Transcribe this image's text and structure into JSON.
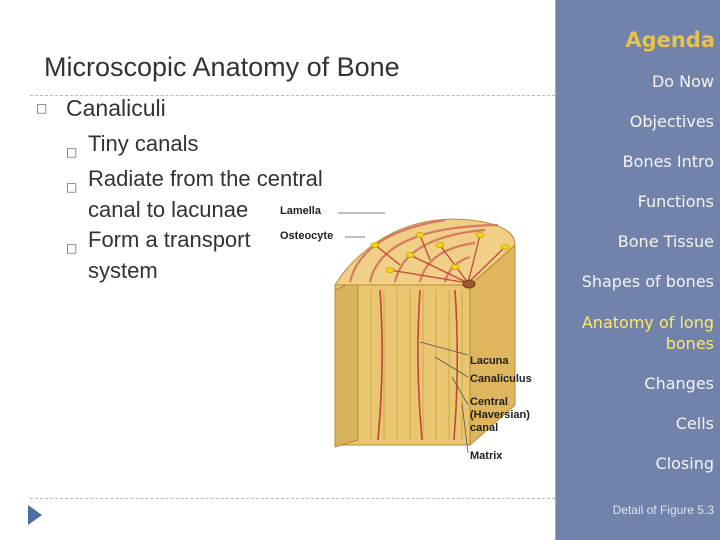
{
  "slide": {
    "title": "Microscopic Anatomy of Bone",
    "main_bullet": "Canaliculi",
    "sub_bullets": [
      {
        "lines": [
          "Tiny canals"
        ]
      },
      {
        "lines": [
          "Radiate from the central",
          "canal to lacunae"
        ]
      },
      {
        "lines": [
          "Form a transport",
          "system"
        ]
      }
    ]
  },
  "figure": {
    "labels": {
      "lamella": "Lamella",
      "osteocyte": "Osteocyte",
      "lacuna": "Lacuna",
      "canaliculus": "Canaliculus",
      "central": [
        "Central",
        "(Haversian)",
        "canal"
      ],
      "matrix": "Matrix"
    },
    "colors": {
      "bone": "#e9c670",
      "bone_dark": "#c99a3e",
      "lamella_rings": "#d77a63",
      "osteocyte": "#f5d318"
    }
  },
  "agenda": {
    "heading": "Agenda",
    "items": [
      {
        "label": "Do Now",
        "active": false
      },
      {
        "label": "Objectives",
        "active": false
      },
      {
        "label": "Bones Intro",
        "active": false
      },
      {
        "label": "Functions",
        "active": false
      },
      {
        "label": "Bone Tissue",
        "active": false
      },
      {
        "label": "Shapes of bones",
        "active": false
      },
      {
        "label": "Anatomy of long",
        "active": true
      },
      {
        "label": "bones",
        "active": true
      },
      {
        "label": "Changes",
        "active": false
      },
      {
        "label": "Cells",
        "active": false
      },
      {
        "label": "Closing",
        "active": false
      }
    ],
    "caption": "Detail of Figure 5.3"
  },
  "icons": {
    "bullet": "square-bullet-icon",
    "nav": "next-slide-arrow-icon"
  }
}
